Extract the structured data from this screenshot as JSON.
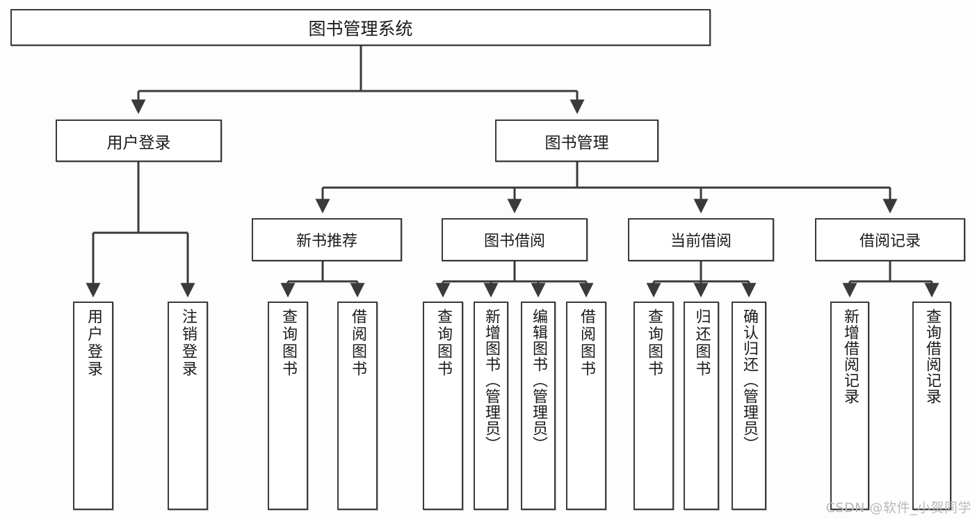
{
  "diagram": {
    "type": "tree-hierarchy-diagram",
    "title": "图书管理系统",
    "colors": {
      "line": "#3a3a3a",
      "box_fill": "#ffffff",
      "text": "#1a1a1a",
      "background": "#fdfdfd",
      "watermark": "#b9b9b9"
    },
    "root": {
      "label": "图书管理系统"
    },
    "level1": [
      {
        "id": "user-login",
        "label": "用户登录"
      },
      {
        "id": "book-management",
        "label": "图书管理"
      }
    ],
    "level2": [
      {
        "id": "new-book-recommend",
        "label": "新书推荐",
        "parent": "book-management"
      },
      {
        "id": "book-borrow",
        "label": "图书借阅",
        "parent": "book-management"
      },
      {
        "id": "current-borrow",
        "label": "当前借阅",
        "parent": "book-management"
      },
      {
        "id": "borrow-record",
        "label": "借阅记录",
        "parent": "book-management"
      }
    ],
    "leaves": [
      {
        "id": "leaf-user-login",
        "label": "用户登录",
        "parent": "user-login"
      },
      {
        "id": "leaf-logout-login",
        "label": "注销登录",
        "parent": "user-login"
      },
      {
        "id": "leaf-query-book-1",
        "label": "查询图书",
        "parent": "new-book-recommend"
      },
      {
        "id": "leaf-borrow-book-1",
        "label": "借阅图书",
        "parent": "new-book-recommend"
      },
      {
        "id": "leaf-query-book-2",
        "label": "查询图书",
        "parent": "book-borrow"
      },
      {
        "id": "leaf-add-book",
        "label": "新增图书（管理员）",
        "parent": "book-borrow"
      },
      {
        "id": "leaf-edit-book",
        "label": "编辑图书（管理员）",
        "parent": "book-borrow"
      },
      {
        "id": "leaf-borrow-book-2",
        "label": "借阅图书",
        "parent": "book-borrow"
      },
      {
        "id": "leaf-query-book-3",
        "label": "查询图书",
        "parent": "current-borrow"
      },
      {
        "id": "leaf-return-book",
        "label": "归还图书",
        "parent": "current-borrow"
      },
      {
        "id": "leaf-confirm-return",
        "label": "确认归还（管理员）",
        "parent": "current-borrow"
      },
      {
        "id": "leaf-add-borrow-record",
        "label": "新增借阅记录",
        "parent": "borrow-record"
      },
      {
        "id": "leaf-query-borrow-record",
        "label": "查询借阅记录",
        "parent": "borrow-record"
      }
    ],
    "watermark": "CSDN @软件_小贺同学"
  }
}
